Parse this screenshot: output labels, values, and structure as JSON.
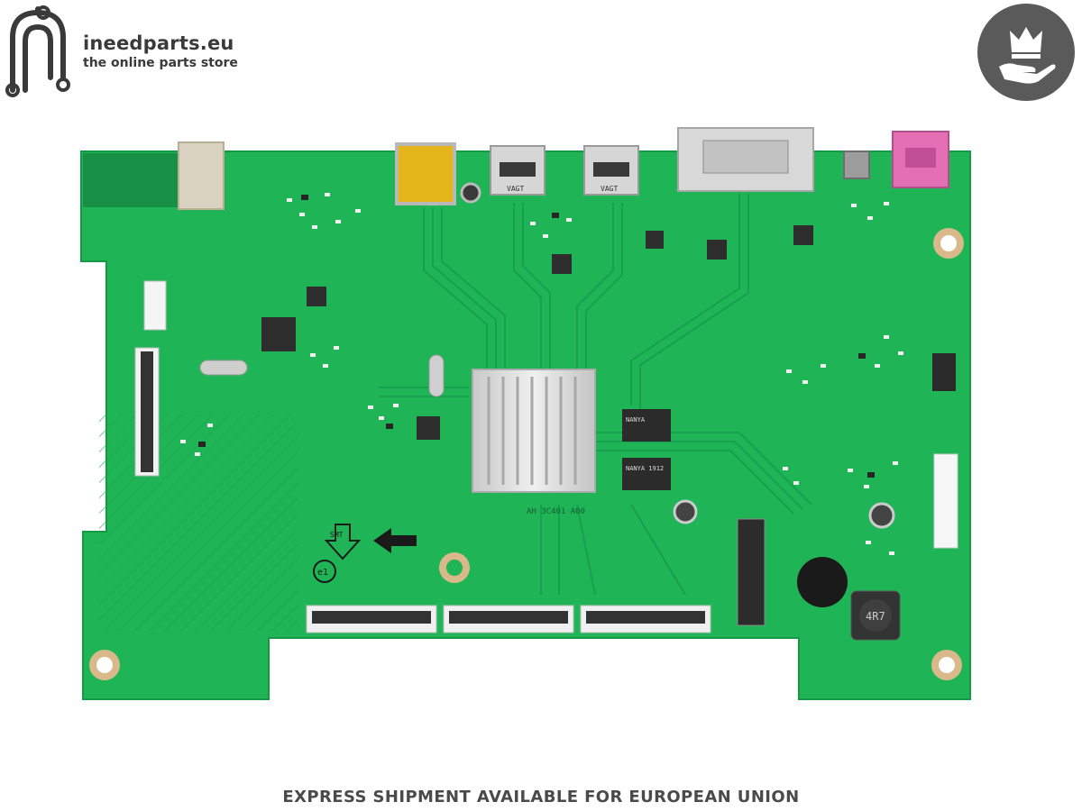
{
  "brand": {
    "name": "ineedparts.eu",
    "tagline": "the online parts store",
    "accent": "#3a3a3a",
    "logo_icon": "circuit-n-logo-icon",
    "badge_icon": "crown-hand-icon",
    "badge_color": "#5a5a5a"
  },
  "board": {
    "pcb_color": "#1fb456",
    "heatsink_color": "#d8d8d8",
    "silkscreen": {
      "hdmi_left": "VAGT",
      "hdmi_right": "VAGT",
      "ram_chip_top": "NANYA",
      "ram_chip_bottom": "NANYA 1912",
      "board_code": "AH 3C401 A00",
      "smt_mark": "SMT",
      "e1_mark": "e1",
      "inductor": "4R7"
    }
  },
  "footer": {
    "text": "EXPRESS SHIPMENT AVAILABLE FOR EUROPEAN UNION"
  }
}
